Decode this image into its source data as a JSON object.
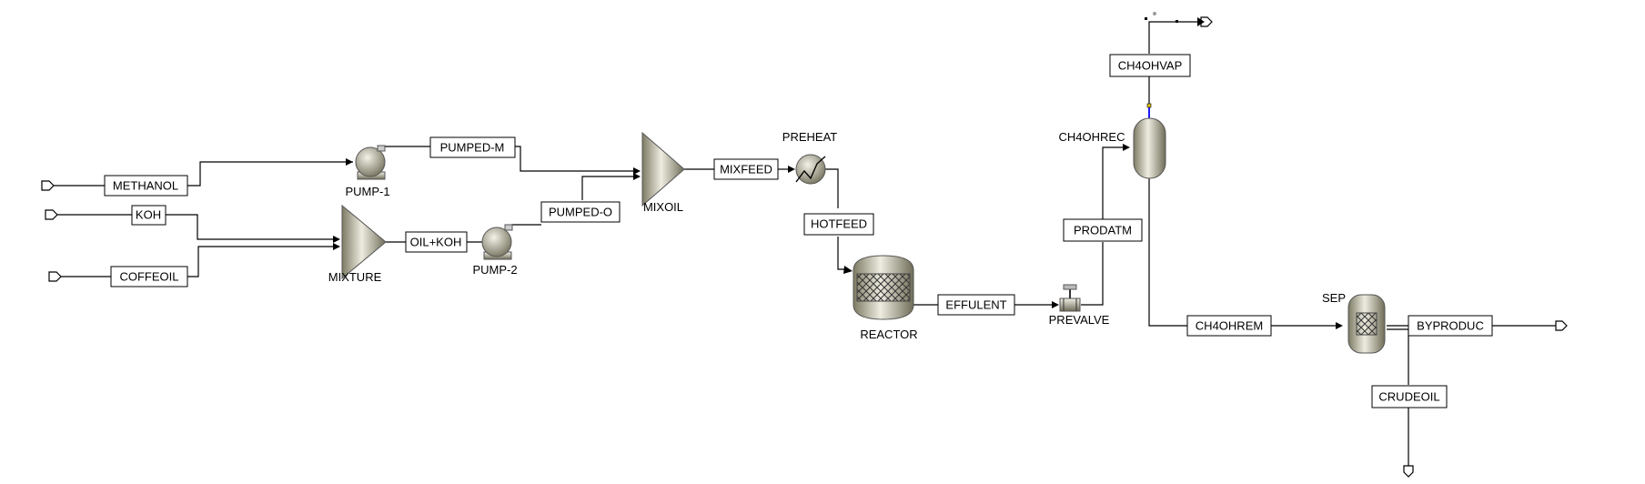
{
  "blocks": {
    "pump1": "PUMP-1",
    "pump2": "PUMP-2",
    "mixture": "MIXTURE",
    "mixoil": "MIXOIL",
    "preheat": "PREHEAT",
    "reactor": "REACTOR",
    "prevalve": "PREVALVE",
    "ch4ohrec": "CH4OHREC",
    "sep": "SEP"
  },
  "streams": {
    "methanol": "METHANOL",
    "koh": "KOH",
    "coffeoil": "COFFEOIL",
    "pumped_m": "PUMPED-M",
    "oil_koh": "OIL+KOH",
    "pumped_o": "PUMPED-O",
    "mixfeed": "MIXFEED",
    "hotfeed": "HOTFEED",
    "effulent": "EFFULENT",
    "prodatm": "PRODATM",
    "ch4ohvap": "CH4OHVAP",
    "ch4ohrem": "CH4OHREM",
    "byproduc": "BYPRODUC",
    "crudeoil": "CRUDEOIL"
  },
  "colors": {
    "equipment_light": "#e8e6d8",
    "equipment_dark": "#8a8870",
    "vapor_stream": "#1a1aff"
  }
}
